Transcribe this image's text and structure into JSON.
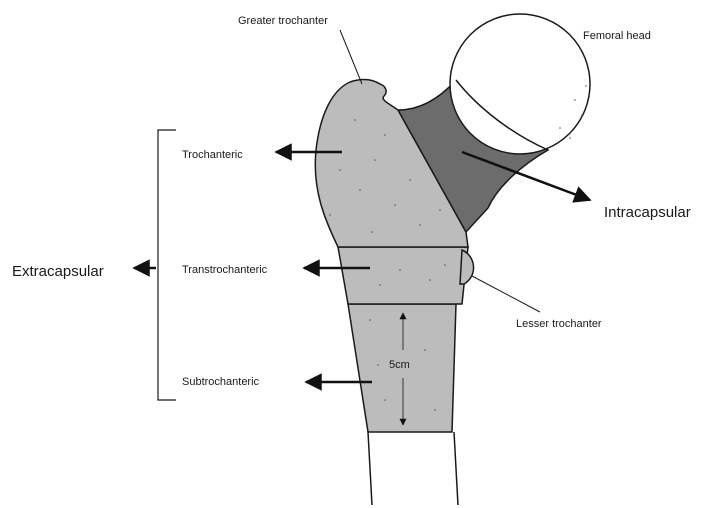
{
  "labels": {
    "greater_trochanter": "Greater trochanter",
    "femoral_head": "Femoral head",
    "trochanteric": "Trochanteric",
    "transtrochanteric": "Transtrochanteric",
    "subtrochanteric": "Subtrochanteric",
    "extracapsular": "Extracapsular",
    "intracapsular": "Intracapsular",
    "lesser_trochanter": "Lesser trochanter",
    "distance": "5cm"
  },
  "colors": {
    "extracapsular_region": "#bcbcbc",
    "intracapsular_region": "#6c6c6c",
    "femoral_head": "#ffffff",
    "outline": "#1a1a1a"
  }
}
